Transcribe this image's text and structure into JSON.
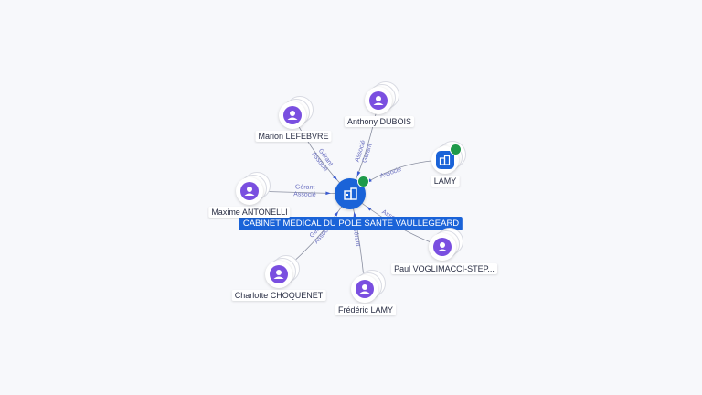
{
  "center": {
    "name": "CABINET MEDICAL DU POLE SANTE VAULLEGEARD",
    "icon": "building-icon",
    "verified": true
  },
  "nodes": [
    {
      "id": "marion",
      "name": "Marion LEFEBVRE",
      "kind": "person",
      "icon": "person-icon"
    },
    {
      "id": "anthony",
      "name": "Anthony DUBOIS",
      "kind": "person",
      "icon": "person-icon"
    },
    {
      "id": "lamy",
      "name": "LAMY",
      "kind": "company",
      "icon": "building-icon",
      "verified": true
    },
    {
      "id": "maxime",
      "name": "Maxime ANTONELLI",
      "kind": "person",
      "icon": "person-icon"
    },
    {
      "id": "paul",
      "name": "Paul VOGLIMACCI-STEP...",
      "kind": "person",
      "icon": "person-icon"
    },
    {
      "id": "charlotte",
      "name": "Charlotte CHOQUENET",
      "kind": "person",
      "icon": "person-icon"
    },
    {
      "id": "frederic",
      "name": "Frédéric LAMY",
      "kind": "person",
      "icon": "person-icon"
    }
  ],
  "edges": [
    {
      "from": "marion",
      "labels": [
        "Gérant",
        "Associé"
      ]
    },
    {
      "from": "anthony",
      "labels": [
        "Gérant",
        "Associé"
      ]
    },
    {
      "from": "lamy",
      "labels": [
        "Associé"
      ]
    },
    {
      "from": "maxime",
      "labels": [
        "Gérant",
        "Associé"
      ]
    },
    {
      "from": "paul",
      "labels": [
        "Gérant",
        "Associé"
      ]
    },
    {
      "from": "charlotte",
      "labels": [
        "Gérant",
        "Associé"
      ]
    },
    {
      "from": "frederic",
      "labels": [
        "Gérant"
      ]
    }
  ],
  "colors": {
    "person": "#7a4fe0",
    "company": "#1a63d8",
    "edge": "#8a8fa0",
    "edge_label": "#6a6fc0",
    "verified": "#1e9a4a"
  }
}
